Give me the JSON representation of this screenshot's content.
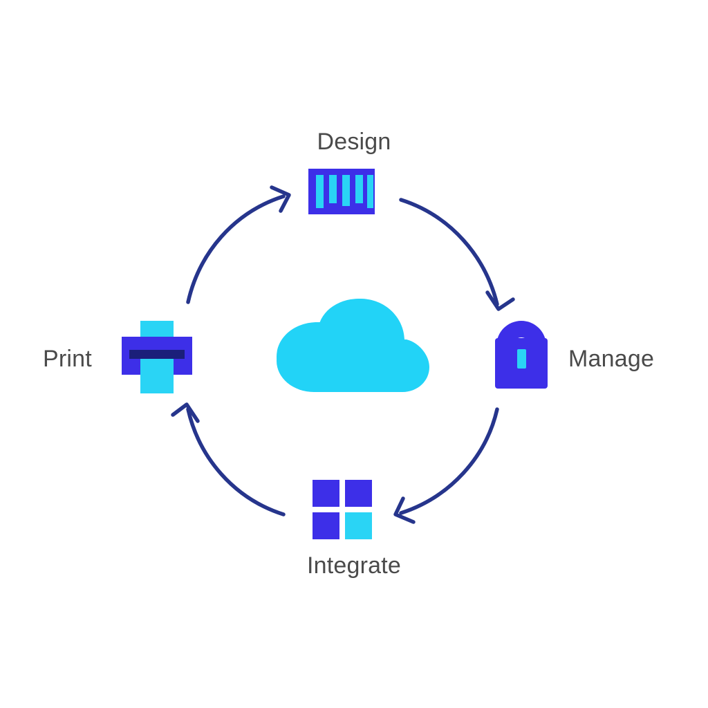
{
  "diagram": {
    "title": "Cloud print lifecycle cycle diagram",
    "center": {
      "icon": "cloud-icon",
      "color": "#22d3f7"
    },
    "direction": "clockwise",
    "nodes": [
      {
        "id": "design",
        "label": "Design",
        "icon": "barcode-icon",
        "position": "top",
        "colors": {
          "body": "#3d2fe8",
          "accent": "#2ad4f5"
        }
      },
      {
        "id": "manage",
        "label": "Manage",
        "icon": "lock-icon",
        "position": "right",
        "colors": {
          "body": "#3d2fe8",
          "accent": "#2ad4f5"
        }
      },
      {
        "id": "integrate",
        "label": "Integrate",
        "icon": "grid-squares-icon",
        "position": "bottom",
        "colors": {
          "body": "#3d2fe8",
          "accent": "#2ad4f5"
        }
      },
      {
        "id": "print",
        "label": "Print",
        "icon": "printer-icon",
        "position": "left",
        "colors": {
          "body": "#3d2fe8",
          "accent": "#2ad4f5",
          "slot": "#1b1f7a"
        }
      }
    ],
    "arrows": [
      {
        "id": "arrow-print-to-design",
        "from": "print",
        "to": "design"
      },
      {
        "id": "arrow-design-to-manage",
        "from": "design",
        "to": "manage"
      },
      {
        "id": "arrow-manage-to-integrate",
        "from": "manage",
        "to": "integrate"
      },
      {
        "id": "arrow-integrate-to-print",
        "from": "integrate",
        "to": "print"
      }
    ],
    "palette": {
      "background": "#ffffff",
      "blue": "#3d2fe8",
      "cyan": "#22d3f7",
      "arrow_navy": "#26358c",
      "label_gray": "#4a4a4a",
      "printer_slot": "#1b1f7a"
    }
  }
}
